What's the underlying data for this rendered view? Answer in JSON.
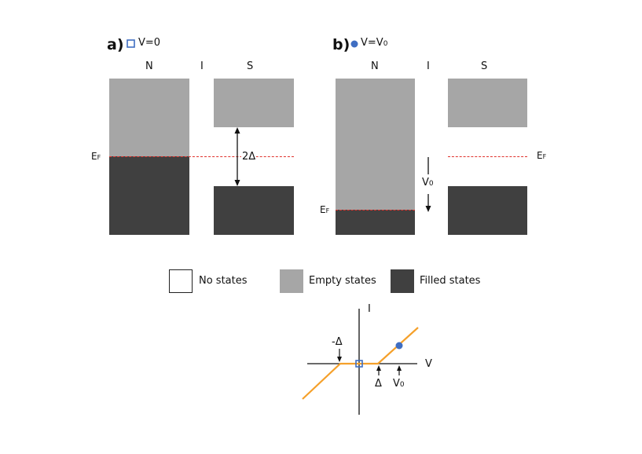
{
  "panel_a": {
    "label": "a)",
    "condition": "V=0",
    "marker": "open-square"
  },
  "panel_b": {
    "label": "b)",
    "condition": "V=V",
    "condition_sub": "0",
    "marker": "filled-circle"
  },
  "columns": {
    "n": "N",
    "i": "I",
    "s": "S"
  },
  "fermi": {
    "main": "E",
    "sub": "F"
  },
  "gap_label": "2Δ",
  "bias": {
    "main": "V",
    "sub": "0"
  },
  "legend": [
    {
      "label": "No states",
      "swatch": "white"
    },
    {
      "label": "Empty states",
      "swatch": "#a6a6a6"
    },
    {
      "label": "Filled states",
      "swatch": "#404040"
    }
  ],
  "iv_plot": {
    "x_axis": "V",
    "y_axis": "I",
    "neg_gap": "-Δ",
    "pos_gap": "Δ",
    "bias_tick": {
      "main": "V",
      "sub": "0"
    },
    "curve_color": "#f5a02a"
  },
  "colors": {
    "empty": "#a6a6a6",
    "filled": "#404040",
    "fermi_line": "#e0322d",
    "marker_blue": "#3f6ec2"
  }
}
